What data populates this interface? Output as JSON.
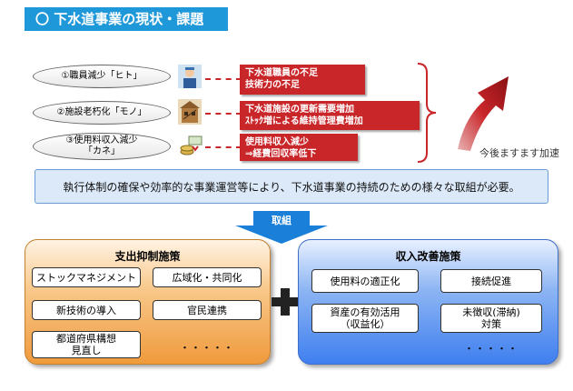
{
  "title": "〇 下水道事業の現状・課題",
  "issues": [
    {
      "label": "①職員減少「ヒト」",
      "icon": "worker-icon",
      "box_lines": [
        "下水道職員の不足",
        "技術力の不足"
      ]
    },
    {
      "label": "②施設老朽化「モノ」",
      "icon": "aging-building-icon",
      "box_lines": [
        "下水道施設の更新需要増加",
        "ｽﾄｯｸ増による維持管理費増加"
      ]
    },
    {
      "label_lines": [
        "③使用料収入減少",
        "「カネ」"
      ],
      "icon": "money-icon",
      "box_lines": [
        "使用料収入減少",
        "⇒経費回収率低下"
      ]
    }
  ],
  "accelerating": "今後ますます加速",
  "banner": "執行体制の確保や効率的な事業運営等により、下水道事業の持続のための様々な取組が必要。",
  "arrow_label": "取組",
  "left_panel": {
    "title": "支出抑制施策",
    "items": [
      "ストックマネジメント",
      "広域化・共同化",
      "新技術の導入",
      "官民連携"
    ],
    "item5_lines": [
      "都道府県構想",
      "見直し"
    ],
    "dots": "・・・・・"
  },
  "right_panel": {
    "title": "収入改善施策",
    "items": [
      "使用料の適正化",
      "接続促進"
    ],
    "item3_lines": [
      "資産の有効活用",
      "（収益化）"
    ],
    "item4_lines": [
      "未徴収(滞納)",
      "対策"
    ],
    "dots": "・・・・・"
  },
  "colors": {
    "title_bg": "#1f98d9",
    "issue_red": "#c9262a",
    "banner_bg": "#dce9f9",
    "orange": "#f09a3c",
    "blue": "#3f7ff0",
    "arrow_blue": "#1a7fd8"
  }
}
